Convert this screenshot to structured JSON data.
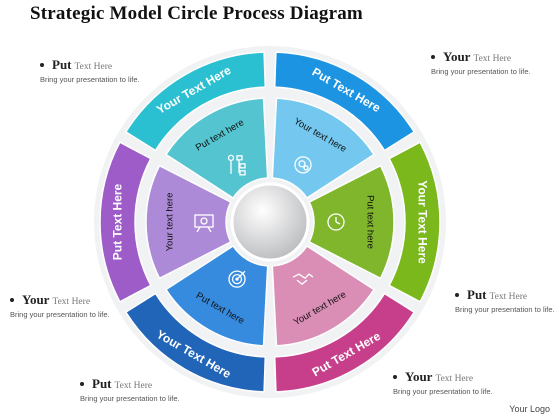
{
  "title": "Strategic Model Circle Process Diagram",
  "outer_labels": [
    "Put Text Here",
    "Your Text Here",
    "Put Text Here",
    "Your Text Here",
    "Put Text Here",
    "Your Text Here"
  ],
  "inner_labels": [
    "Your text here",
    "Put text here",
    "Your text here",
    "Put text here",
    "Your text here",
    "Put text here"
  ],
  "icons": [
    "brain-gears-icon",
    "clock-icon",
    "handshake-icon",
    "target-icon",
    "presentation-board-icon",
    "org-chart-icon"
  ],
  "colors": {
    "outer": [
      "#1d94e2",
      "#7ab81c",
      "#c73f8b",
      "#2165b8",
      "#9d5cc7",
      "#2bc0d1"
    ],
    "inner": [
      "#6ec6ef",
      "#79b321",
      "#d989b3",
      "#2c86de",
      "#a985d6",
      "#4cc3cf"
    ]
  },
  "notes": {
    "top_right": {
      "label": "Your",
      "sub": "Text Here",
      "body": "Bring your presentation to life."
    },
    "top_left": {
      "label": "Put",
      "sub": "Text Here",
      "body": "Bring your presentation to life."
    },
    "middle_left": {
      "label": "Your",
      "sub": "Text Here",
      "body": "Bring your presentation to life."
    },
    "middle_right": {
      "label": "Put",
      "sub": "Text Here",
      "body": "Bring your presentation to life."
    },
    "bottom_left": {
      "label": "Put",
      "sub": "Text Here",
      "body": "Bring your presentation to life."
    },
    "bottom_right": {
      "label": "Your",
      "sub": "Text Here",
      "body": "Bring your presentation to life."
    }
  },
  "logo": "Your Logo"
}
